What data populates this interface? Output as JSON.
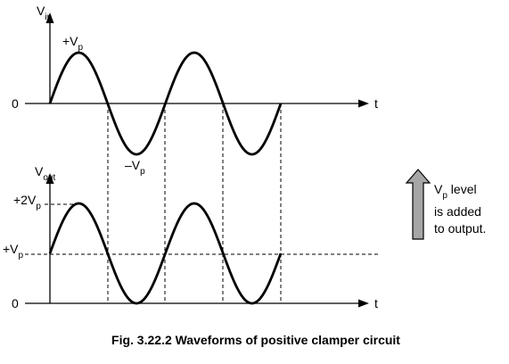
{
  "top_graph": {
    "y_axis_label": "V",
    "y_axis_label_sub": "in",
    "x_axis_label": "t",
    "peak_label_main": "+V",
    "peak_label_sub": "p",
    "trough_label_main": "–V",
    "trough_label_sub": "p",
    "zero_label": "0",
    "waveform": "sine",
    "amplitude": 1,
    "dc_offset": 0,
    "cycles": 2
  },
  "bottom_graph": {
    "y_axis_label": "V",
    "y_axis_label_sub": "out",
    "x_axis_label": "t",
    "top_label_main": "+2V",
    "top_label_sub": "p",
    "mid_label_main": "+V",
    "mid_label_sub": "p",
    "zero_label": "0",
    "waveform": "sine",
    "amplitude": 1,
    "dc_offset": 1,
    "cycles": 2
  },
  "annotation": {
    "line1_main": "V",
    "line1_sub": "p",
    "line1_rest": " level",
    "line2": "is added",
    "line3": "to output.",
    "arrow_color": "#a6a6a6"
  },
  "caption": "Fig. 3.22.2 Waveforms of positive clamper circuit"
}
